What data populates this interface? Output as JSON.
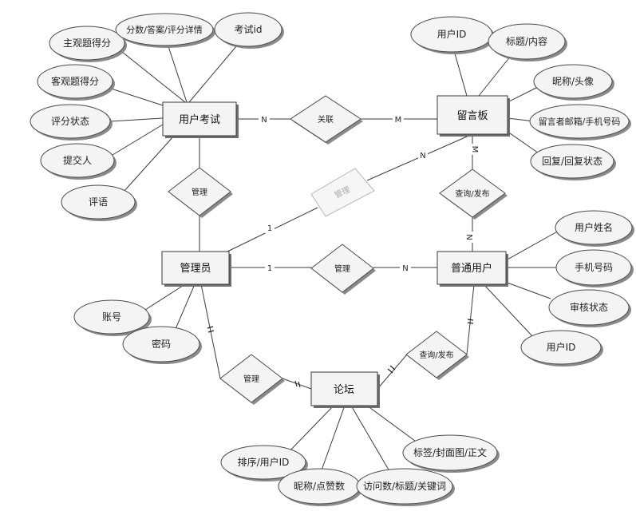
{
  "entities": {
    "exam": "用户考试",
    "board": "留言板",
    "admin": "管理员",
    "user": "普通用户",
    "forum": "论坛"
  },
  "relationships": {
    "exam_board": "关联",
    "admin_exam": "管理",
    "admin_board": "管理",
    "board_user": "查询/发布",
    "admin_user": "管理",
    "admin_forum": "管理",
    "user_forum": "查询/发布"
  },
  "attributes": {
    "exam": [
      "主观题得分",
      "分数/答案/评分详情",
      "考试id",
      "客观题得分",
      "评分状态",
      "提交人",
      "评语"
    ],
    "board": [
      "用户ID",
      "标题/内容",
      "昵称/头像",
      "留言者邮箱/手机号码",
      "回复/回复状态"
    ],
    "user": [
      "用户姓名",
      "手机号码",
      "审核状态",
      "用户ID"
    ],
    "admin": [
      "账号",
      "密码"
    ],
    "forum": [
      "排序/用户ID",
      "昵称/点赞数",
      "访问数/标题/关键词",
      "标签/封面图/正文"
    ]
  },
  "cardinality": {
    "exam_rel": "N",
    "board_rel": "M",
    "admin_board_admin": "1",
    "admin_board_board": "N",
    "board_user_board": "M",
    "board_user_user": "N",
    "admin_user_admin": "1",
    "admin_user_user": "N"
  }
}
